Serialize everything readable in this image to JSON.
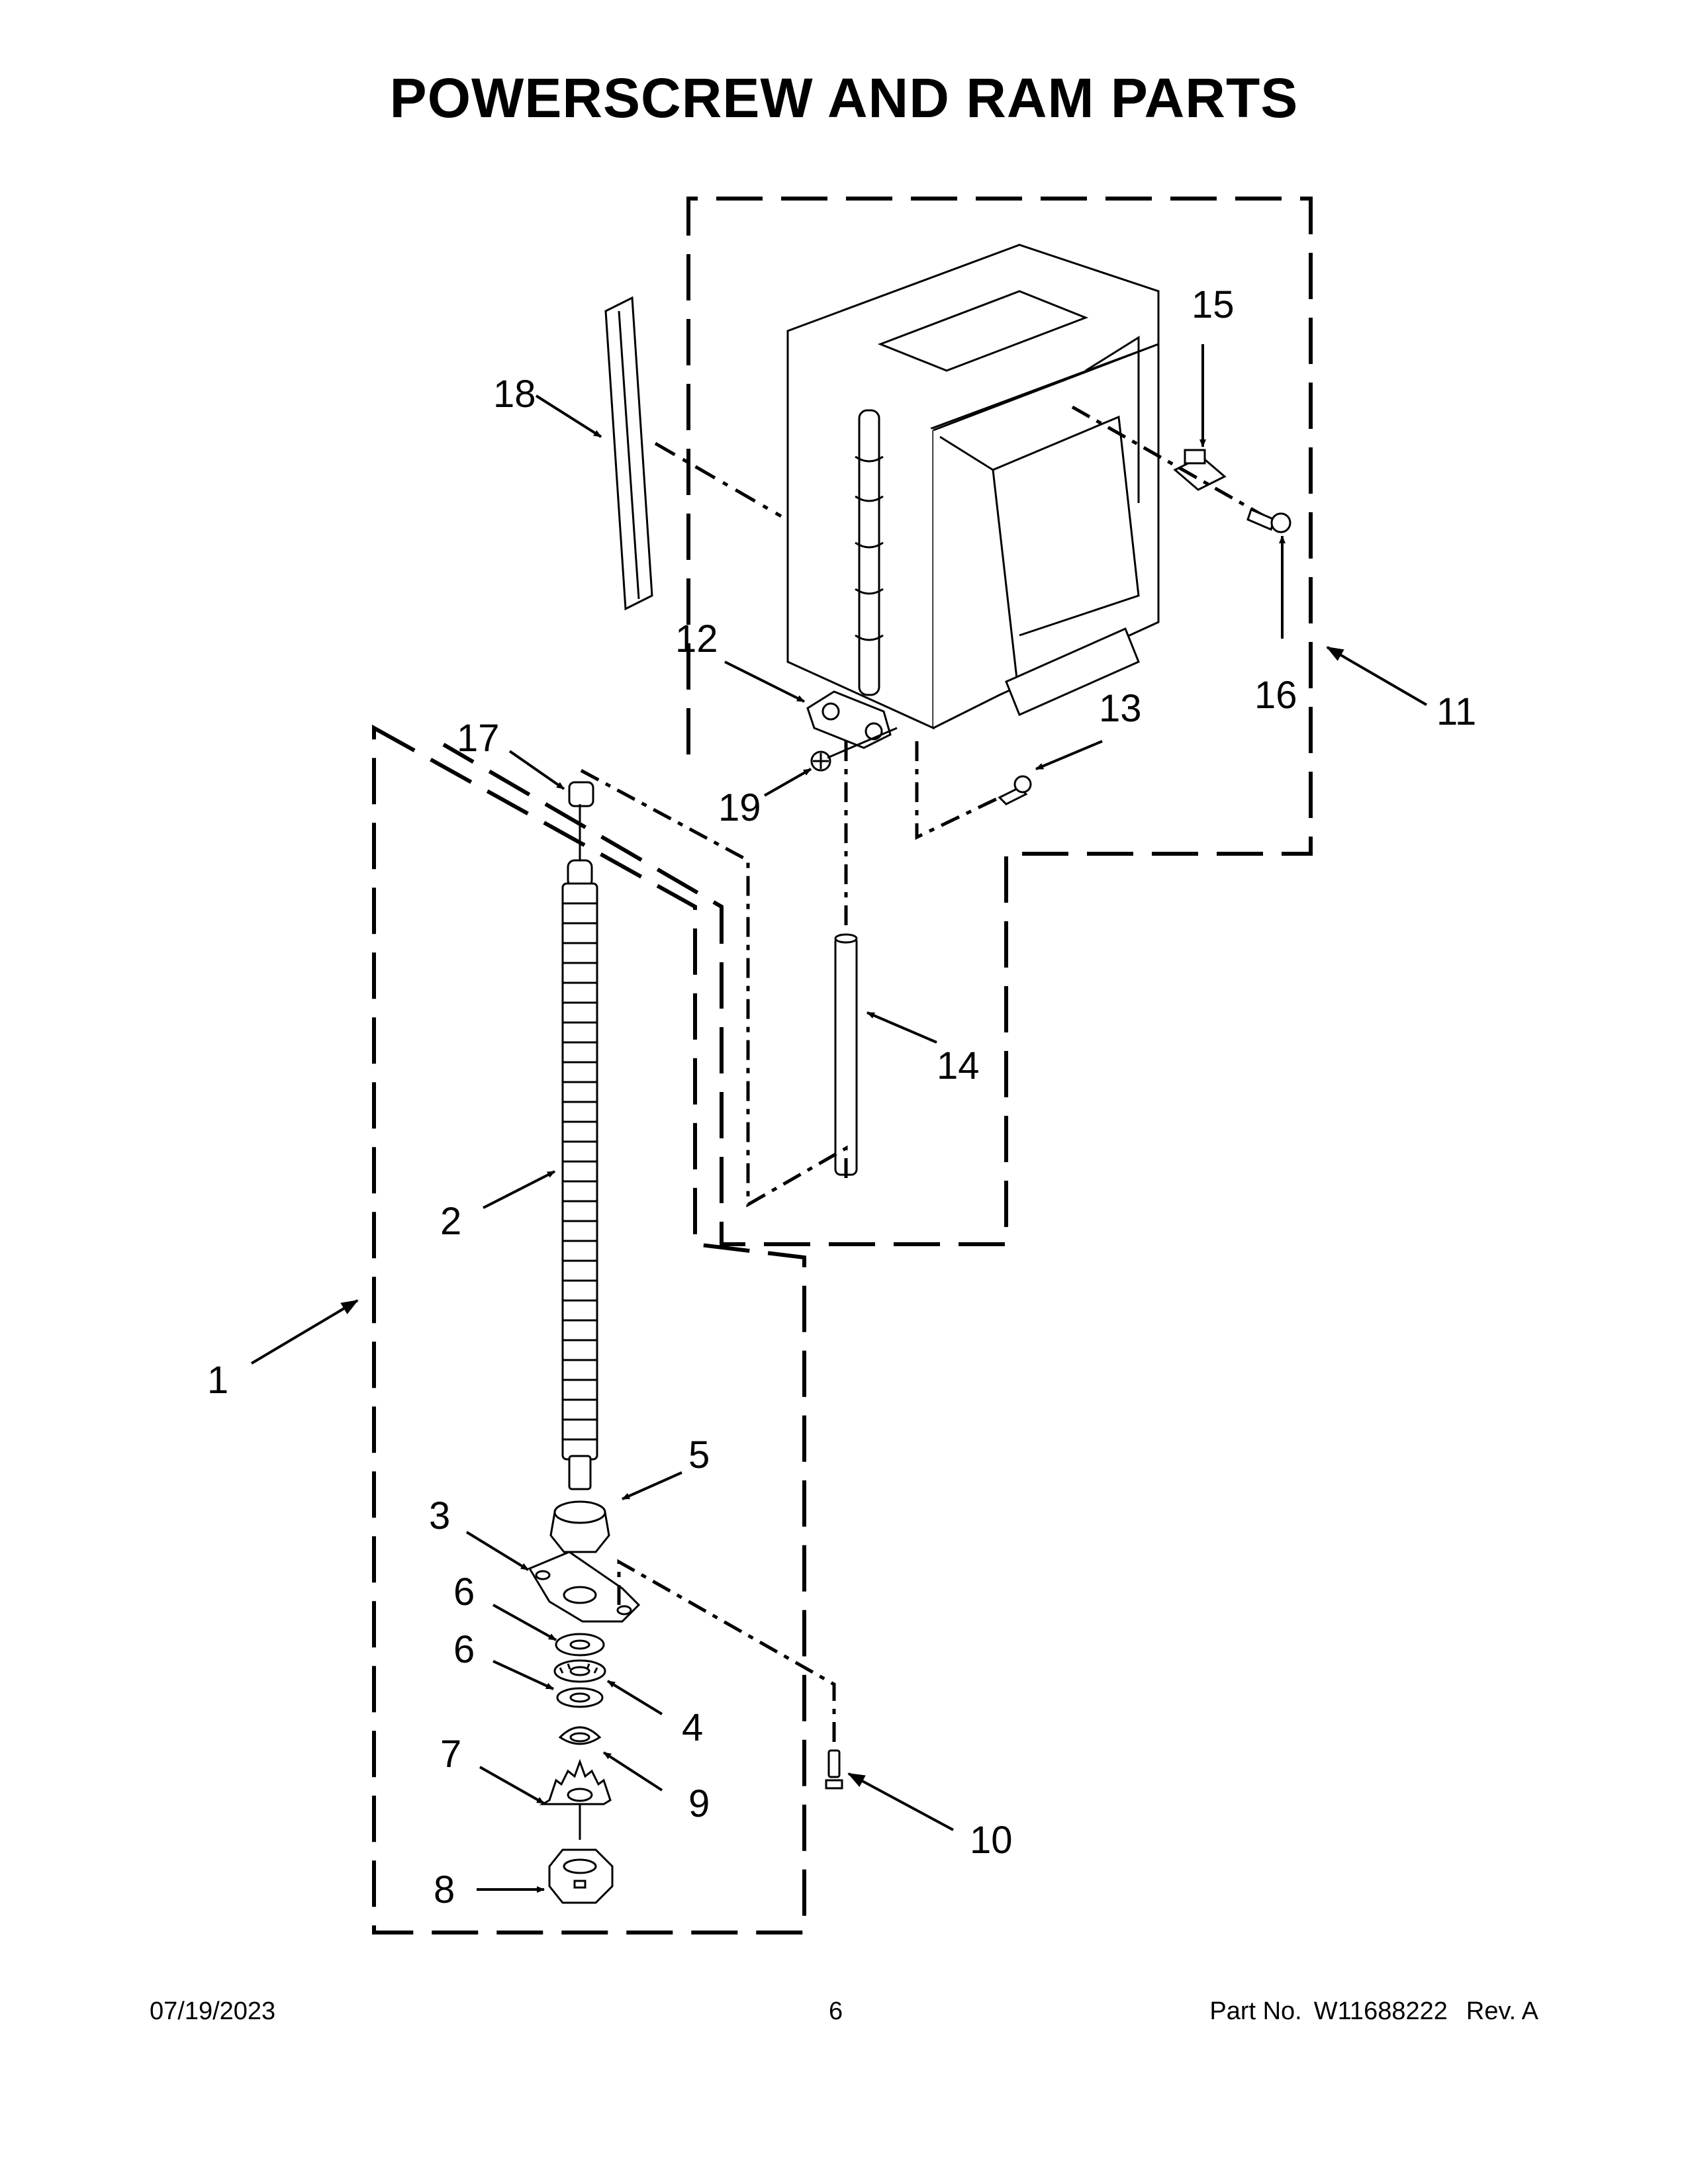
{
  "title": "POWERSCREW AND RAM PARTS",
  "callouts": {
    "c1": "1",
    "c2": "2",
    "c3": "3",
    "c4": "4",
    "c5": "5",
    "c6a": "6",
    "c6b": "6",
    "c7": "7",
    "c8": "8",
    "c9": "9",
    "c10": "10",
    "c11": "11",
    "c12": "12",
    "c13": "13",
    "c14": "14",
    "c15": "15",
    "c16": "16",
    "c17": "17",
    "c18": "18",
    "c19": "19"
  },
  "footer": {
    "date": "07/19/2023",
    "page": "6",
    "part_label": "Part No.",
    "part_number": "W11688222",
    "revision": "Rev. A"
  }
}
